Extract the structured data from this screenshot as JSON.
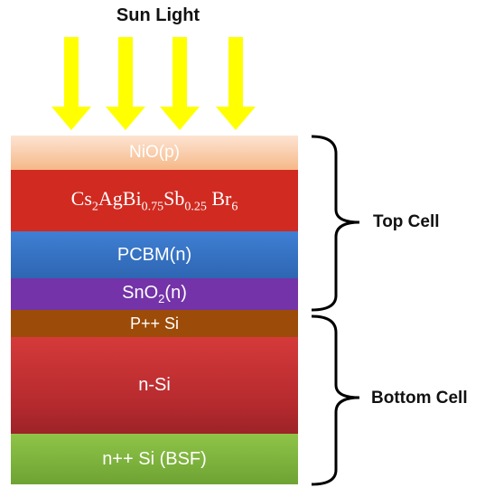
{
  "title": "Sun Light",
  "layers": {
    "nio": "NiO(p)",
    "absorber": {
      "parts": [
        "Cs",
        "2",
        "AgBi",
        "0.75",
        "Sb",
        "0.25",
        " Br",
        "6"
      ]
    },
    "pcbm": "PCBM(n)",
    "sno2": {
      "main": "SnO",
      "sub": "2",
      "tail": "(n)"
    },
    "p_si": "P++ Si",
    "n_si": "n-Si",
    "nn_si": "n++ Si (BSF)"
  },
  "labels": {
    "top_cell": "Top Cell",
    "bottom_cell": "Bottom Cell"
  },
  "colors": {
    "arrow": "#ffff00",
    "nio": "#f8c9a6",
    "absorber": "#d12a20",
    "pcbm": "#3a75c4",
    "sno2": "#7433a8",
    "p_si": "#9c4c08",
    "n_si": "#c63131",
    "nn_si": "#7fb23e"
  }
}
